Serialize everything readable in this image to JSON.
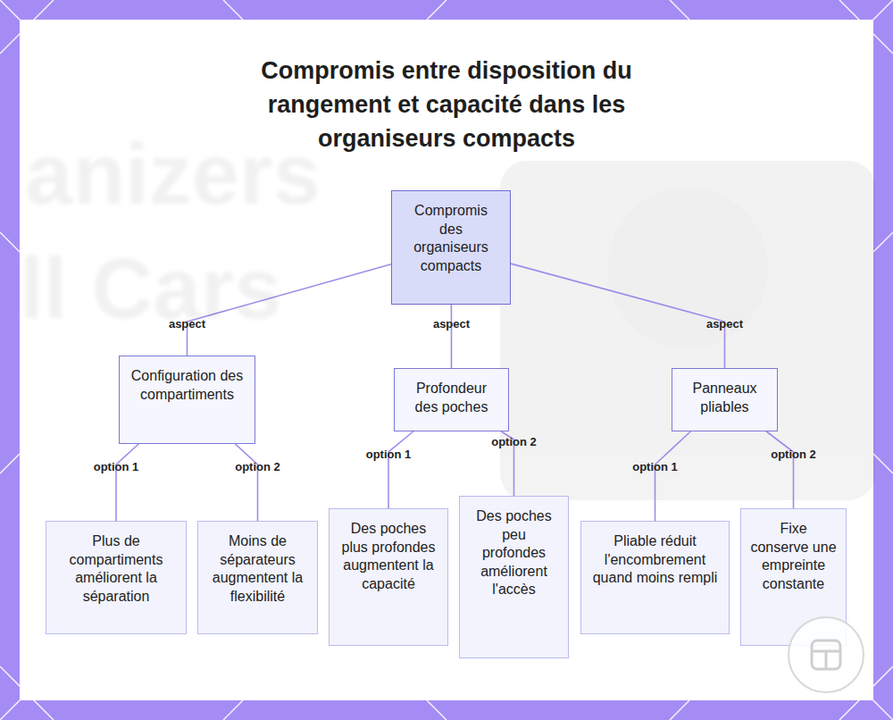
{
  "diagram": {
    "title": "Compromis entre disposition du rangement et capacité dans les organiseurs compacts",
    "nodes": [
      {
        "text": [
          "Compromis des organiseurs compacts"
        ]
      },
      {
        "text": [
          "Configuration des compartiments"
        ]
      },
      {
        "text": [
          "Profondeur des poches"
        ]
      },
      {
        "text": [
          "Panneaux pliables"
        ]
      },
      {
        "text": [
          "Plus de compartiments améliorent la séparation"
        ]
      },
      {
        "text": [
          "Moins de séparateurs augmentent la flexibilité"
        ]
      },
      {
        "text": [
          "Des poches plus profondes augmentent la capacité"
        ]
      },
      {
        "text": [
          "Des poches peu profondes améliorent l'accès"
        ]
      },
      {
        "text": [
          "Pliable réduit l'encombrement quand moins rempli"
        ]
      },
      {
        "text": [
          "Fixe conserve une empreinte constante"
        ]
      }
    ],
    "edges": [
      {
        "from": 0,
        "to": 1,
        "arrow": "none",
        "label": "aspect"
      },
      {
        "from": 0,
        "to": 2,
        "arrow": "none",
        "label": "aspect"
      },
      {
        "from": 0,
        "to": 3,
        "arrow": "none",
        "label": "aspect"
      },
      {
        "from": 1,
        "to": 4,
        "arrow": "none",
        "label": "option 1"
      },
      {
        "from": 1,
        "to": 5,
        "arrow": "none",
        "label": "option 2"
      },
      {
        "from": 2,
        "to": 6,
        "arrow": "none",
        "label": "option 1"
      },
      {
        "from": 2,
        "to": 7,
        "arrow": "none",
        "label": "option 2"
      },
      {
        "from": 3,
        "to": 8,
        "arrow": "none",
        "label": "option 1"
      },
      {
        "from": 3,
        "to": 9,
        "arrow": "none",
        "label": "option 2"
      }
    ],
    "labels": [
      "anizers",
      "ll Cars"
    ]
  }
}
